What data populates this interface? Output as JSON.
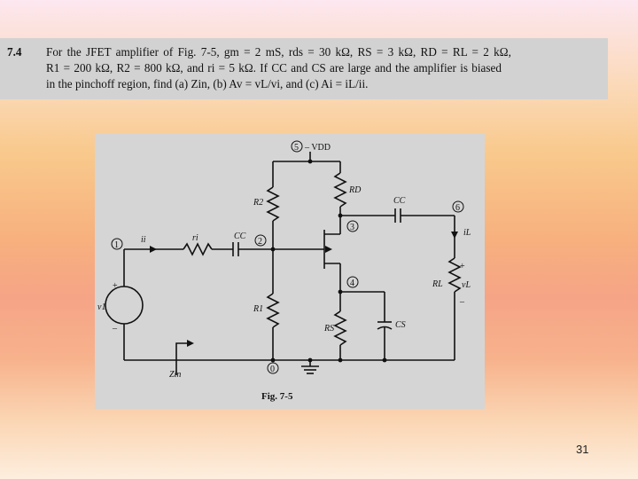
{
  "problem": {
    "number": "7.4",
    "line1": "For the JFET amplifier of Fig. 7-5, gm = 2 mS, rds = 30 kΩ, RS = 3 kΩ, RD = RL = 2 kΩ,",
    "line2": "R1 = 200 kΩ, R2 = 800 kΩ, and ri = 5 kΩ.  If CC and CS are large and the amplifier is biased",
    "line3": "in the pinchoff region, find  (a) Zin,  (b) Av = vL/vi,  and  (c) Ai = iL/ii."
  },
  "diagram": {
    "caption": "Fig. 7-5",
    "nodes": [
      "1",
      "2",
      "3",
      "4",
      "5",
      "6",
      "0"
    ],
    "supply": "– VDD",
    "labels": {
      "r2": "R2",
      "rd": "RD",
      "cc_top": "CC",
      "cc_left": "CC",
      "ri": "ri",
      "ii": "ii",
      "il": "iL",
      "rl": "RL",
      "vl": "vL",
      "r1": "R1",
      "rs": "RS",
      "cs": "CS",
      "vi": "v1",
      "zin": "Zin",
      "plus": "+",
      "minus": "–"
    }
  },
  "page_number": "31"
}
